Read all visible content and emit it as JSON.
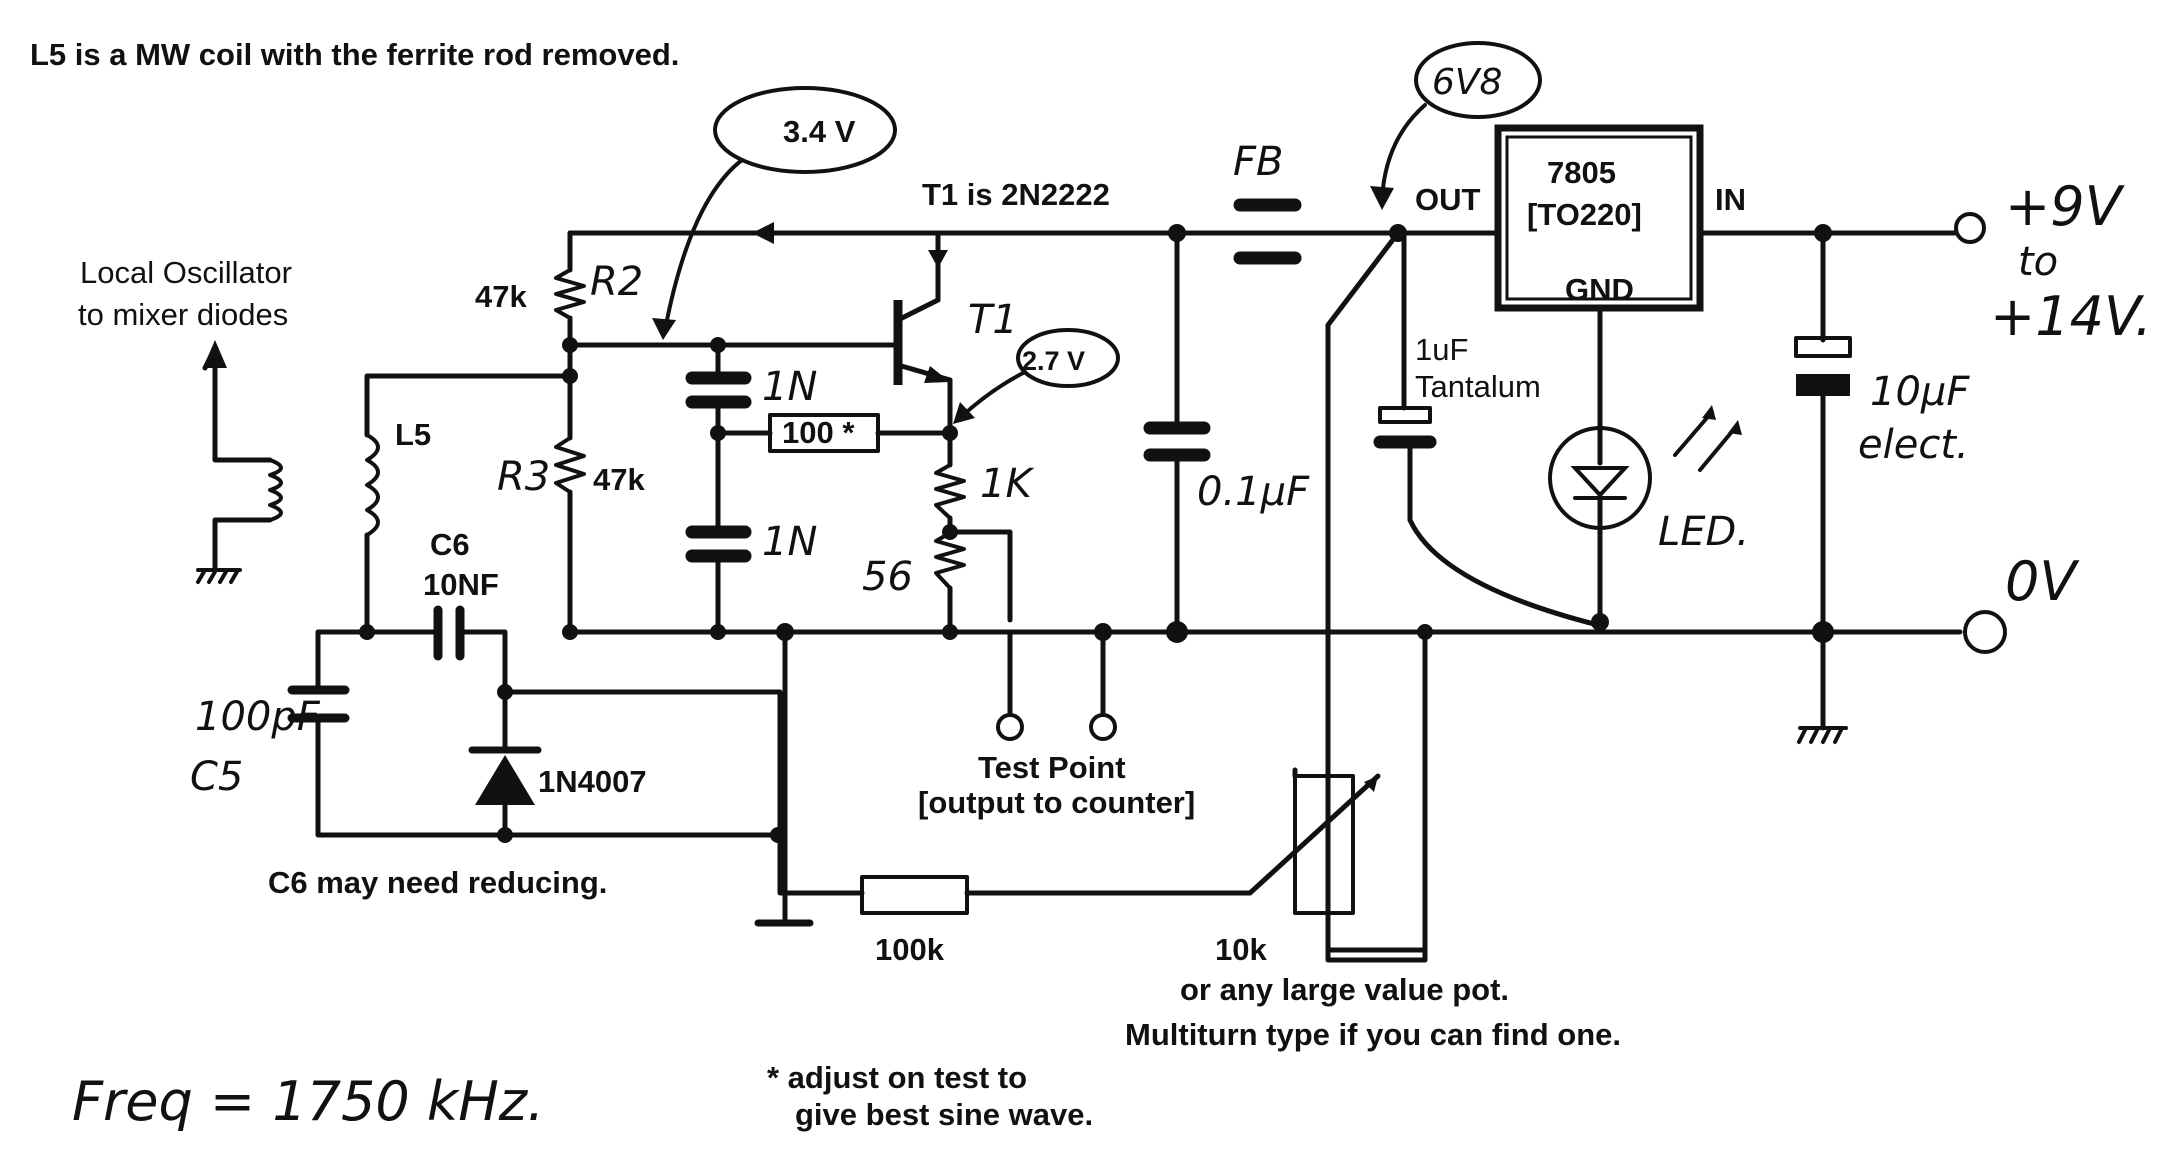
{
  "title": "L5 is a MW coil with the ferrite rod removed.",
  "local_oscillator": [
    "Local Oscillator",
    "to mixer diodes"
  ],
  "bubbles": {
    "base_voltage": "3.4 V",
    "emitter_voltage": "2.7 V",
    "out_voltage": "6V8"
  },
  "transistor": {
    "note": "T1 is 2N2222",
    "label": "T1"
  },
  "ferrite_bead": "FB",
  "regulator": {
    "part": "7805",
    "package": "[TO220]",
    "out": "OUT",
    "in": "IN",
    "gnd": "GND"
  },
  "supply": {
    "positive": [
      "+9V",
      "to",
      "+14V."
    ],
    "ground": "0V"
  },
  "resistors": {
    "r2_value": "47k",
    "r2_name": "R2",
    "r3_value": "47k",
    "r3_name": "R3",
    "emitter_series": "100 *",
    "emitter_1k": "1K",
    "emitter_56": "56",
    "series_100k": "100k",
    "pot": "10k"
  },
  "capacitors": {
    "c_upper": "1N",
    "c_lower": "1N",
    "c_bypass": "0.1μF",
    "c_tantalum": [
      "1uF",
      "Tantalum"
    ],
    "c_elect": [
      "10μF",
      "elect."
    ],
    "c6_name": "C6",
    "c6_value": "10NF",
    "c5_value": "100pF",
    "c5_name": "C5"
  },
  "inductor": "L5",
  "diode": "1N4007",
  "led": "LED.",
  "test_point": [
    "Test Point",
    "[output to counter]"
  ],
  "notes": {
    "c6": "C6 may need reducing.",
    "pot_1": "or any large value pot.",
    "pot_2": "Multiturn type if you can find one.",
    "adjust_1": "* adjust on test to",
    "adjust_2": "give best sine wave.",
    "frequency": "Freq = 1750 kHz."
  }
}
